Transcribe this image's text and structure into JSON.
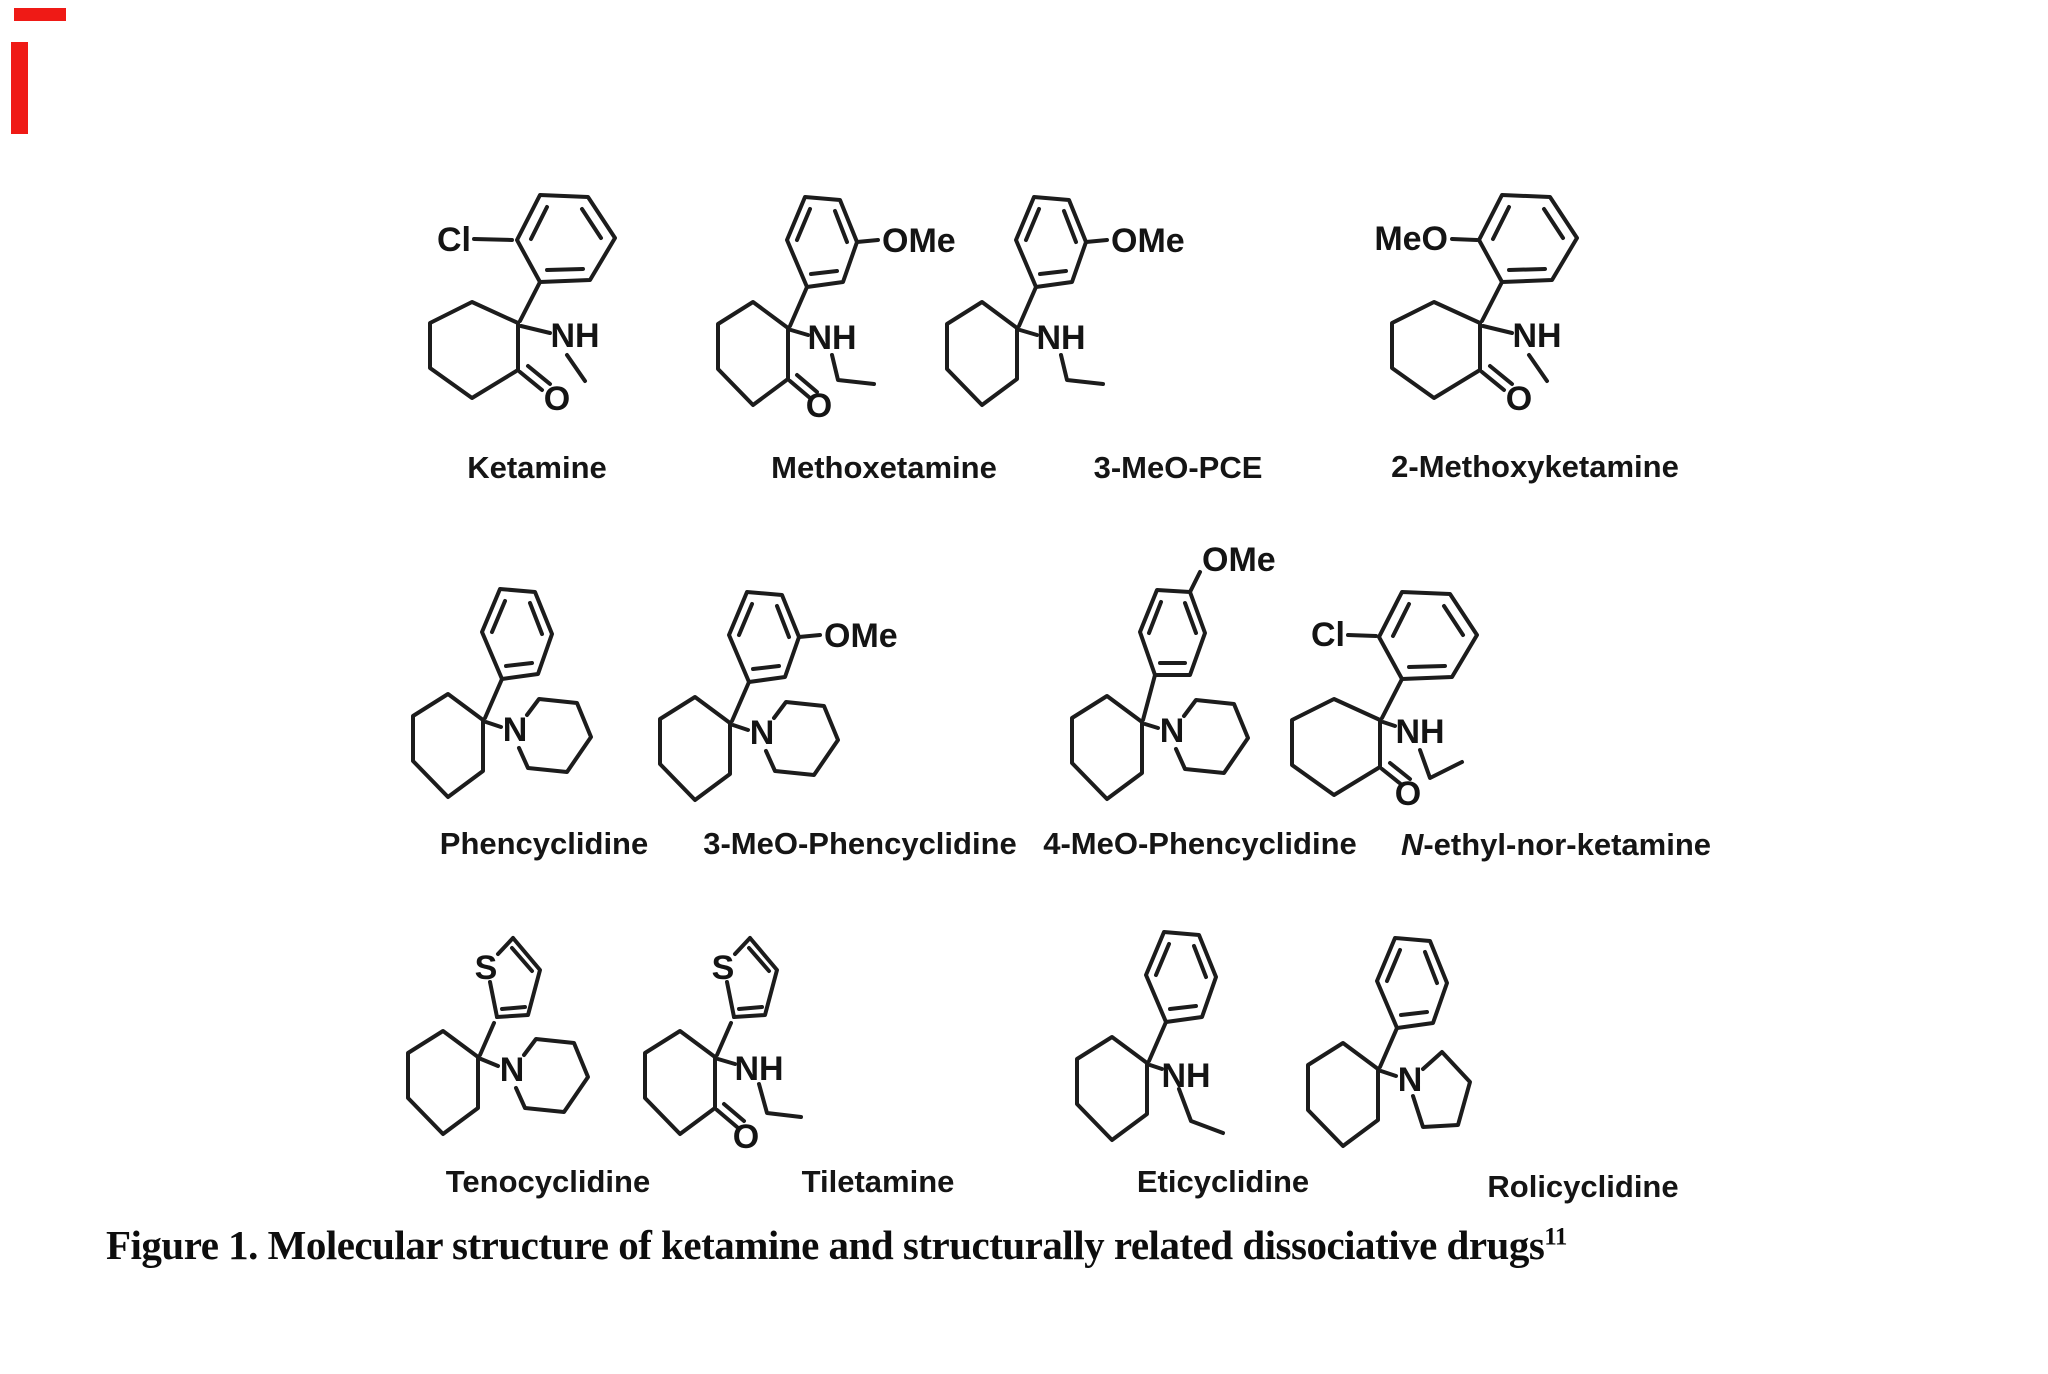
{
  "caption": {
    "text": "Figure 1. Molecular structure of ketamine and structurally related dissociative drugs",
    "superscript": "11"
  },
  "artifact_marks": {
    "color": "#ef1a16"
  },
  "molecules": [
    {
      "name": "Ketamine",
      "atoms": {
        "cl": "Cl",
        "nh": "NH",
        "o": "O"
      }
    },
    {
      "name": "Methoxetamine",
      "atoms": {
        "ome": "OMe",
        "nh": "NH",
        "o": "O"
      }
    },
    {
      "name": "3-MeO-PCE",
      "atoms": {
        "ome": "OMe",
        "nh": "NH"
      }
    },
    {
      "name": "2-Methoxyketamine",
      "atoms": {
        "meo": "MeO",
        "nh": "NH",
        "o": "O"
      }
    },
    {
      "name": "Phencyclidine",
      "atoms": {
        "n": "N"
      }
    },
    {
      "name": "3-MeO-Phencyclidine",
      "atoms": {
        "ome": "OMe",
        "n": "N"
      }
    },
    {
      "name": "4-MeO-Phencyclidine",
      "atoms": {
        "ome": "OMe",
        "n": "N"
      }
    },
    {
      "name": "N-ethyl-nor-ketamine",
      "name_italic": "N",
      "name_rest": "-ethyl-nor-ketamine",
      "atoms": {
        "cl": "Cl",
        "nh": "NH",
        "o": "O"
      }
    },
    {
      "name": "Tenocyclidine",
      "atoms": {
        "s": "S",
        "n": "N"
      }
    },
    {
      "name": "Tiletamine",
      "atoms": {
        "s": "S",
        "nh": "NH",
        "o": "O"
      }
    },
    {
      "name": "Eticyclidine",
      "atoms": {
        "nh": "NH"
      }
    },
    {
      "name": "Rolicyclidine",
      "atoms": {
        "n": "N"
      }
    }
  ]
}
